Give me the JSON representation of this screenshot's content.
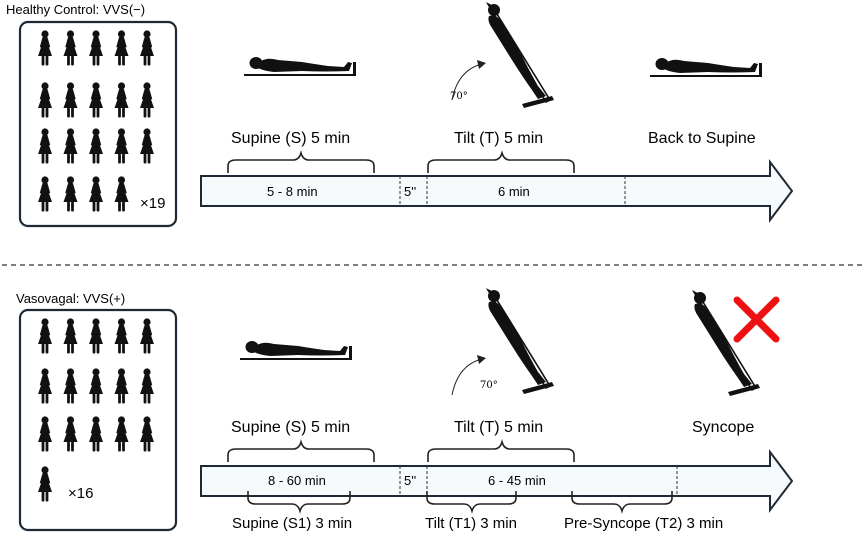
{
  "colors": {
    "figure": "#111111",
    "arrow_fill": "#f7fafc",
    "stroke": "#1d2a36",
    "cross": "#ee1111"
  },
  "icons": [
    "woman-figure-icon",
    "supine-body-icon",
    "tilted-body-icon",
    "angle-arc-icon",
    "cross-mark-icon"
  ],
  "control": {
    "title": "Healthy Control: VVS(−)",
    "count": "×19",
    "supine_label": "Supine (S) 5 min",
    "tilt_label": "Tilt (T) 5 min",
    "back_label": "Back to Supine",
    "angle": "70°",
    "seg_supine": "5 - 8 min",
    "seg_gap": "5''",
    "seg_tilt": "6 min"
  },
  "vasovagal": {
    "title": "Vasovagal: VVS(+)",
    "count": "×16",
    "supine_label": "Supine (S) 5 min",
    "tilt_label": "Tilt (T) 5 min",
    "syncope_label": "Syncope",
    "angle": "70°",
    "seg_supine": "8 - 60 min",
    "seg_gap": "5''",
    "seg_tilt": "6 - 45 min",
    "sub_s1": "Supine (S1) 3 min",
    "sub_t1": "Tilt (T1) 3 min",
    "sub_t2": "Pre-Syncope (T2) 3 min"
  }
}
